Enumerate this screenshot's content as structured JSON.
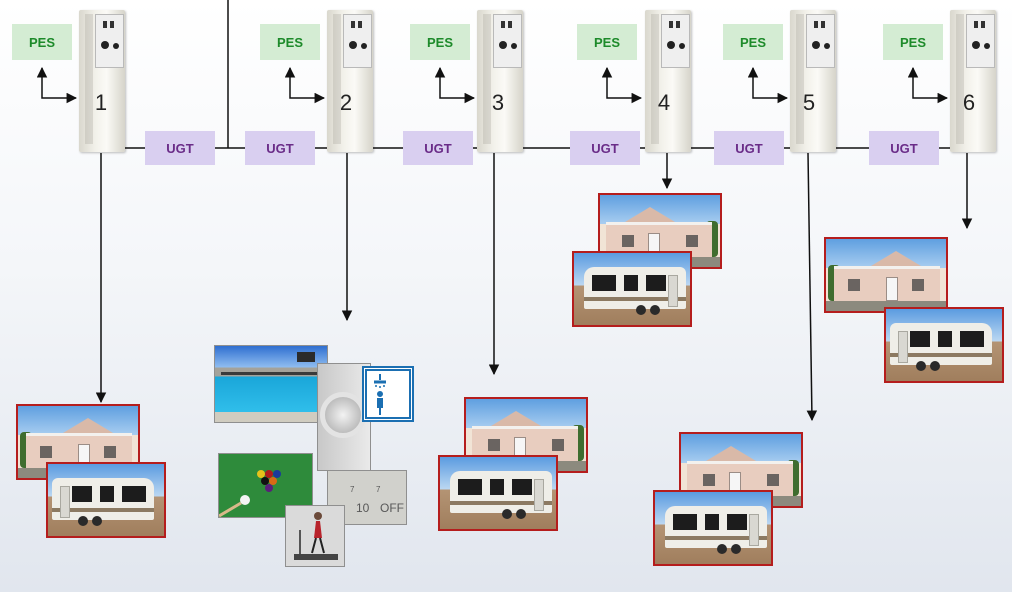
{
  "diagram": {
    "posts": [
      {
        "number": "1",
        "pes_label": "PES",
        "ugt_label": "UGT"
      },
      {
        "number": "2",
        "pes_label": "PES",
        "ugt_label": "UGT"
      },
      {
        "number": "3",
        "pes_label": "PES",
        "ugt_label": "UGT"
      },
      {
        "number": "4",
        "pes_label": "PES",
        "ugt_label": "UGT"
      },
      {
        "number": "5",
        "pes_label": "PES",
        "ugt_label": "UGT"
      },
      {
        "number": "6",
        "pes_label": "PES",
        "ugt_label": "UGT"
      }
    ],
    "amenities": {
      "shuffleboard_text_1": "10",
      "shuffleboard_text_2": "OFF",
      "shuffleboard_text_3": "7"
    },
    "colors": {
      "pes_fill": "#d4ecd3",
      "pes_text": "#1d8a2a",
      "ugt_fill": "#d9cff0",
      "ugt_text": "#6a2c88",
      "photo_border": "#b51d1d",
      "line": "#1a1a1a"
    }
  }
}
